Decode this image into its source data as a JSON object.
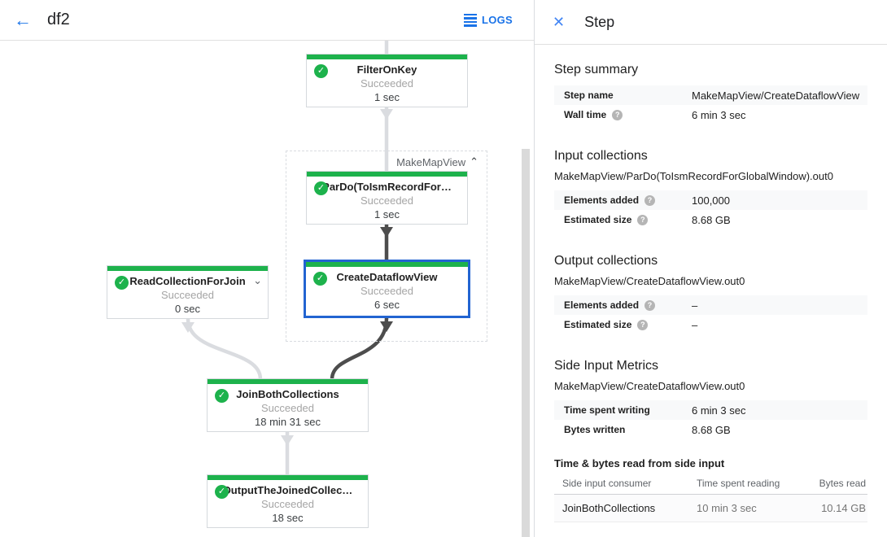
{
  "topbar": {
    "title": "df2",
    "logs_label": "LOGS"
  },
  "panel": {
    "title": "Step",
    "step_summary": {
      "heading": "Step summary",
      "rows": [
        {
          "label": "Step name",
          "value": "MakeMapView/CreateDataflowView"
        },
        {
          "label": "Wall time",
          "value": "6 min 3 sec"
        }
      ]
    },
    "input_collections": {
      "heading": "Input collections",
      "subtitle": "MakeMapView/ParDo(ToIsmRecordForGlobalWindow).out0",
      "rows": [
        {
          "label": "Elements added",
          "value": "100,000"
        },
        {
          "label": "Estimated size",
          "value": "8.68 GB"
        }
      ]
    },
    "output_collections": {
      "heading": "Output collections",
      "subtitle": "MakeMapView/CreateDataflowView.out0",
      "rows": [
        {
          "label": "Elements added",
          "value": "–"
        },
        {
          "label": "Estimated size",
          "value": "–"
        }
      ]
    },
    "side_input_metrics": {
      "heading": "Side Input Metrics",
      "subtitle": "MakeMapView/CreateDataflowView.out0",
      "rows": [
        {
          "label": "Time spent writing",
          "value": "6 min 3 sec"
        },
        {
          "label": "Bytes written",
          "value": "8.68 GB"
        }
      ]
    },
    "side_input_table": {
      "heading": "Time & bytes read from side input",
      "columns": [
        "Side input consumer",
        "Time spent reading",
        "Bytes read"
      ],
      "row": {
        "consumer": "JoinBothCollections",
        "time_reading": "10 min 3 sec",
        "bytes_read": "10.14 GB"
      }
    }
  },
  "graph": {
    "group_label": "MakeMapView",
    "nodes": [
      {
        "name": "FilterOnKey",
        "status": "Succeeded",
        "time": "1 sec"
      },
      {
        "name": "ParDo(ToIsmRecordFor…",
        "status": "Succeeded",
        "time": "1 sec"
      },
      {
        "name": "CreateDataflowView",
        "status": "Succeeded",
        "time": "6 sec"
      },
      {
        "name": "ReadCollectionForJoin",
        "status": "Succeeded",
        "time": "0 sec"
      },
      {
        "name": "JoinBothCollections",
        "status": "Succeeded",
        "time": "18 min 31 sec"
      },
      {
        "name": "OutputTheJoinedCollec…",
        "status": "Succeeded",
        "time": "18 sec"
      }
    ]
  },
  "colors": {
    "green": "#1db24c",
    "blue": "#1a73e8",
    "edge_light": "#dadce0",
    "edge_dark": "#4d4d4d",
    "selected_border": "#2264d1"
  }
}
